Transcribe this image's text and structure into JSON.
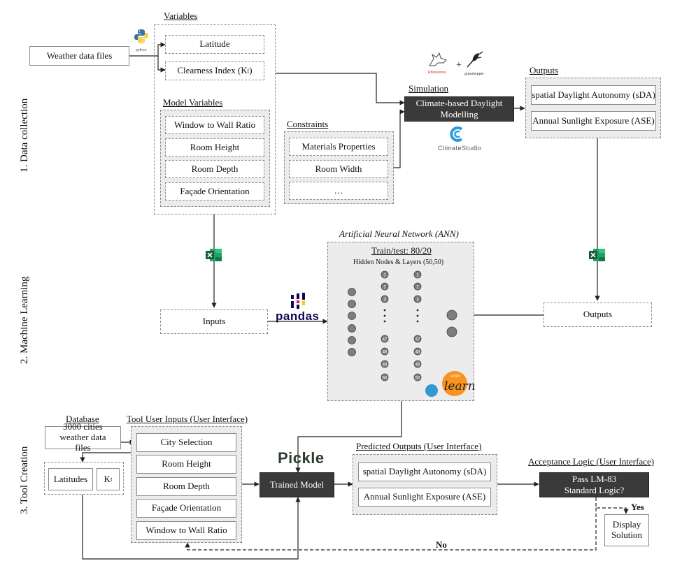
{
  "stages": {
    "s1": "1. Data collection",
    "s2": "2. Machine Learning",
    "s3": "3. Tool Creation"
  },
  "data_collection": {
    "weather_data_files": "Weather data files",
    "variables_title": "Variables",
    "variables": [
      "Latitude",
      "Clearness Index (K",
      "t",
      ")"
    ],
    "model_variables_title": "Model Variables",
    "model_variables": [
      "Window to Wall Ratio",
      "Room Height",
      "Room Depth",
      "Façade Orientation"
    ],
    "constraints_title": "Constraints",
    "constraints": [
      "Materials Properties",
      "Room Width",
      "…"
    ],
    "simulation_title": "Simulation",
    "simulation_box": "Climate-based Daylight Modelling",
    "climatestudio_label": "ClimateStudio",
    "outputs_title": "Outputs",
    "outputs": [
      "spatial Daylight Autonomy (sDA)",
      "Annual Sunlight Exposure (ASE)"
    ],
    "python_logo_text": "python",
    "rhino_logo_text": "Rhinoceros",
    "grasshopper_logo_text": "grasshopper"
  },
  "machine_learning": {
    "inputs_label": "Inputs",
    "outputs_label": "Outputs",
    "pandas_label": "pandas",
    "ann_title": "Artificial Neural Network (ANN)",
    "train_test": "Train/test: 80/20",
    "hidden_nodes": "Hidden Nodes & Layers (50,50)",
    "hidden_top_labels": [
      "1",
      "2",
      "3"
    ],
    "hidden_bottom_labels": [
      "47",
      "48",
      "49",
      "50"
    ],
    "sklearn_small": "scikit",
    "sklearn_big": "learn"
  },
  "tool_creation": {
    "database_title": "Database",
    "database_box": "3000 cities weather data files",
    "latitudes": "Latitudes",
    "kt_main": "K",
    "kt_sub": "t",
    "tool_inputs_title": "Tool User Inputs (User Interface)",
    "tool_inputs": [
      "City Selection",
      "Room Height",
      "Room Depth",
      "Façade Orientation",
      "Window to Wall Ratio"
    ],
    "pickle_label": "Pickle",
    "trained_model": "Trained Model",
    "predicted_title": "Predicted Outputs (User Interface)",
    "predicted": [
      "spatial Daylight Autonomy (sDA)",
      "Annual Sunlight Exposure (ASE)"
    ],
    "acceptance_title": "Acceptance Logic (User Interface)",
    "acceptance_box": "Pass LM-83 Standard Logic?",
    "yes_label": "Yes",
    "no_label": "No",
    "display_solution": "Display Solution"
  },
  "colors": {
    "dark_box": "#3a3a3a",
    "group_fill": "#ececec",
    "excel_green": "#1d6f42",
    "python_blue": "#3572a5",
    "python_yellow": "#f7d046",
    "pandas_navy": "#130654",
    "pandas_magenta": "#e70488",
    "sklearn_orange": "#f7931e",
    "sklearn_blue": "#3499cd",
    "climatestudio_blue": "#2b9be0"
  }
}
